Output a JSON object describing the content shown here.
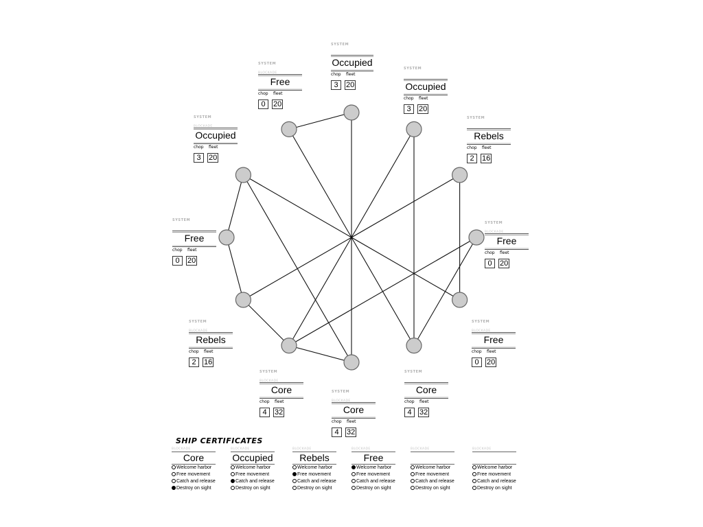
{
  "systems": [
    {
      "id": "s1",
      "system_label": "SYSTEM",
      "block_label": "",
      "faction": "Occupied",
      "chop_label": "chop",
      "fleet_label": "fleet",
      "chop": "3",
      "fleet": "20"
    },
    {
      "id": "s2",
      "system_label": "SYSTEM",
      "block_label": "",
      "faction": "Occupied",
      "chop_label": "chop",
      "fleet_label": "fleet",
      "chop": "3",
      "fleet": "20"
    },
    {
      "id": "s3",
      "system_label": "SYSTEM",
      "block_label": "",
      "faction": "Rebels",
      "chop_label": "chop",
      "fleet_label": "fleet",
      "chop": "2",
      "fleet": "16"
    },
    {
      "id": "s4",
      "system_label": "SYSTEM",
      "block_label": "BLOCKADE",
      "faction": "Free",
      "chop_label": "chop",
      "fleet_label": "fleet",
      "chop": "0",
      "fleet": "20"
    },
    {
      "id": "s5",
      "system_label": "SYSTEM",
      "block_label": "BLOCKADE",
      "faction": "Free",
      "chop_label": "chop",
      "fleet_label": "fleet",
      "chop": "0",
      "fleet": "20"
    },
    {
      "id": "s6",
      "system_label": "SYSTEM",
      "block_label": "",
      "faction": "Core",
      "chop_label": "chop",
      "fleet_label": "fleet",
      "chop": "4",
      "fleet": "32"
    },
    {
      "id": "s7",
      "system_label": "SYSTEM",
      "block_label": "BLOCKADE",
      "faction": "Core",
      "chop_label": "chop",
      "fleet_label": "fleet",
      "chop": "4",
      "fleet": "32"
    },
    {
      "id": "s8",
      "system_label": "SYSTEM",
      "block_label": "BLOCKADE",
      "faction": "Core",
      "chop_label": "chop",
      "fleet_label": "fleet",
      "chop": "4",
      "fleet": "32"
    },
    {
      "id": "s9",
      "system_label": "SYSTEM",
      "block_label": "BLOCKADE",
      "faction": "Rebels",
      "chop_label": "chop",
      "fleet_label": "fleet",
      "chop": "2",
      "fleet": "16"
    },
    {
      "id": "s10",
      "system_label": "SYSTEM",
      "block_label": "",
      "faction": "Free",
      "chop_label": "chop",
      "fleet_label": "fleet",
      "chop": "0",
      "fleet": "20"
    },
    {
      "id": "s11",
      "system_label": "SYSTEM",
      "block_label": "BLOCKADE",
      "faction": "Occupied",
      "chop_label": "chop",
      "fleet_label": "fleet",
      "chop": "3",
      "fleet": "20"
    },
    {
      "id": "s12",
      "system_label": "SYSTEM",
      "block_label": "BLOCKADE",
      "faction": "Free",
      "chop_label": "chop",
      "fleet_label": "fleet",
      "chop": "0",
      "fleet": "20"
    }
  ],
  "graph": {
    "node_count": 12,
    "node_fill": "#cccccc",
    "node_stroke": "#666666",
    "edges": [
      [
        0,
        6
      ],
      [
        1,
        7
      ],
      [
        2,
        4
      ],
      [
        3,
        5
      ],
      [
        4,
        10
      ],
      [
        5,
        11
      ],
      [
        6,
        7
      ],
      [
        7,
        8
      ],
      [
        8,
        9
      ],
      [
        9,
        10
      ],
      [
        11,
        0
      ],
      [
        2,
        8
      ],
      [
        1,
        5
      ],
      [
        6,
        10
      ],
      [
        3,
        7
      ]
    ]
  },
  "certificates": {
    "title": "SHIP CERTIFICATES",
    "options": [
      "Welcome harbor",
      "Free movement",
      "Catch and release",
      "Destroy on sight"
    ],
    "items": [
      {
        "block_label": "BLOCKADE",
        "faction": "Core",
        "selected": 3
      },
      {
        "block_label": "BLOCKADE",
        "faction": "Occupied",
        "selected": 2
      },
      {
        "block_label": "BLOCKADE",
        "faction": "Rebels",
        "selected": 1
      },
      {
        "block_label": "BLOCKADE",
        "faction": "Free",
        "selected": 0
      },
      {
        "block_label": "BLOCKADE",
        "faction": "",
        "selected": -1
      },
      {
        "block_label": "BLOCKADE",
        "faction": "",
        "selected": -1
      }
    ]
  }
}
